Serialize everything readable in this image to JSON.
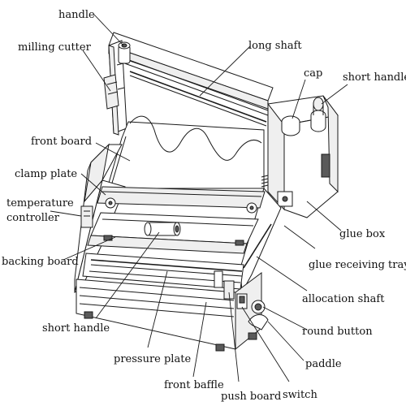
{
  "diagram": {
    "labels": {
      "handle": "handle",
      "milling_cutter": "milling cutter",
      "long_shaft": "long shaft",
      "cap": "cap",
      "short_handle_top": "short handle",
      "front_board": "front board",
      "clamp_plate": "clamp plate",
      "temperature_controller_line1": "temperature",
      "temperature_controller_line2": "controller",
      "glue_box": "glue box",
      "glue_receiving_tray": "glue receiving tray",
      "backing_board": "backing board",
      "allocation_shaft": "allocation shaft",
      "short_handle_bottom": "short handle",
      "round_button": "round button",
      "pressure_plate": "pressure plate",
      "paddle": "paddle",
      "front_baffle": "front baffle",
      "push_board": "push board",
      "switch": "switch"
    }
  }
}
